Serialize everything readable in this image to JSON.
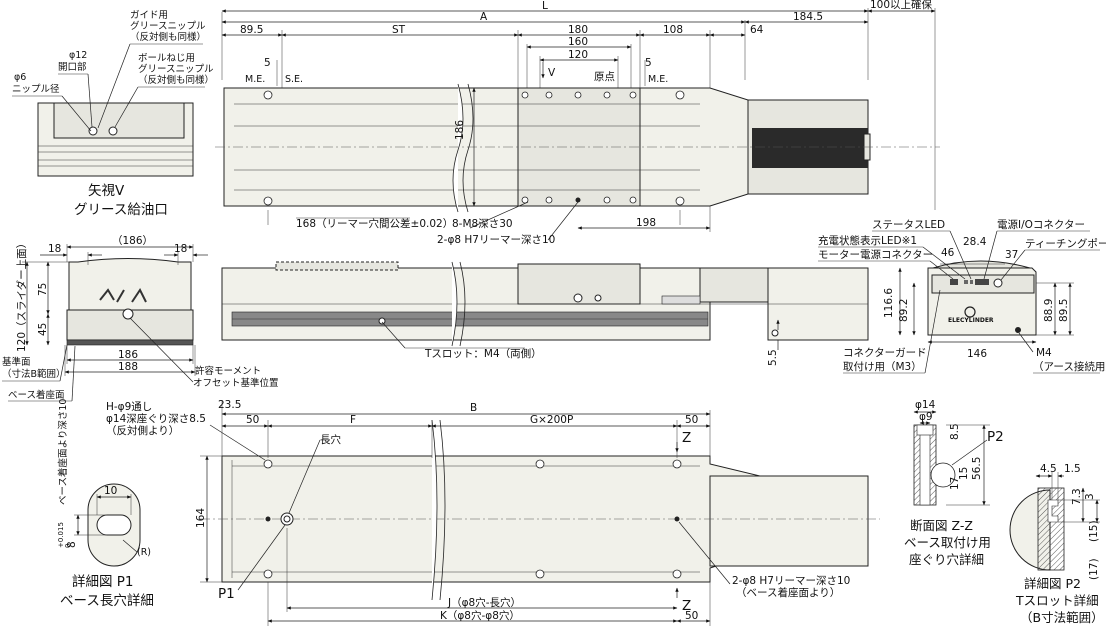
{
  "top_view": {
    "overall": {
      "L": "L",
      "A": "A",
      "clearance": "100以上確保"
    },
    "dims": {
      "d89_5": "89.5",
      "st": "ST",
      "d180": "180",
      "d108": "108",
      "d64": "64",
      "d184_5": "184.5",
      "d160": "160",
      "d120": "120",
      "d5_left": "5",
      "d5_right": "5",
      "d186": "186",
      "d198": "198"
    },
    "labels": {
      "me_left": "M.E.",
      "se": "S.E.",
      "me_right": "M.E.",
      "origin": "原点",
      "view_v": "V",
      "hole_pitch": "168（リーマー穴間公差±0.02）",
      "tapped": "8-M8深さ30",
      "reamer": "2-φ8 H7リーマー深さ10"
    }
  },
  "view_v": {
    "title1": "矢視V",
    "title2": "グリース給油口",
    "guide_grease": [
      "ガイド用",
      "グリースニップル",
      "（反対側も同様）"
    ],
    "ball_grease": [
      "ボールねじ用",
      "グリースニップル",
      "（反対側も同様）"
    ],
    "opening": [
      "φ12",
      "開口部"
    ],
    "nipple": [
      "φ6",
      "ニップル径"
    ]
  },
  "end_view": {
    "d186": "（186）",
    "d18a": "18",
    "d18b": "18",
    "d75": "75",
    "d45": "45",
    "d120": "120（スライダー上面）",
    "b186": "186",
    "b188": "188",
    "datum": "基準面",
    "datum2": "（寸法B範囲）",
    "seat": "ベース着座面",
    "moment": [
      "許容モーメント",
      "オフセット基準位置"
    ]
  },
  "side_view": {
    "tslot": "Tスロット：M4（両側）",
    "d5_5": "5.5"
  },
  "motor_end": {
    "status_led": "ステータスLED",
    "charge_led": "充電状態表示LED※1",
    "io_conn": "電源I/Oコネクター",
    "teach": "ティーチングポート",
    "motor_conn": "モーター電源コネクター",
    "d46": "46",
    "d28_4": "28.4",
    "d37": "37",
    "d116_6": "116.6",
    "d89_2": "89.2",
    "d88_9": "88.9",
    "d89_5": "89.5",
    "d146": "146",
    "guard": [
      "コネクターガード",
      "取付け用（M3）"
    ],
    "earth": [
      "M4",
      "（アース接続用）"
    ],
    "brand": "ELECYLINDER"
  },
  "bottom_view": {
    "d23_5": "23.5",
    "b": "B",
    "d50a": "50",
    "f": "F",
    "g": "G×200P",
    "d50b": "50",
    "d164": "164",
    "through": [
      "H-φ9通し",
      "φ14深座ぐり深さ8.5",
      "（反対側より）"
    ],
    "slot": "長穴",
    "p1": "P1",
    "reamer": [
      "2-φ8 H7リーマー深さ10",
      "（ベース着座面より）"
    ],
    "j": "J（φ8穴-長穴）",
    "k": "K（φ8穴-φ8穴）",
    "d50c": "50",
    "z": "Z"
  },
  "detail_p1": {
    "title1": "詳細図 P1",
    "title2": "ベース長穴詳細",
    "d10": "10",
    "r": "(R)",
    "depth": "ベース着座面より深さ10",
    "d8": "8",
    "tol_hi": "+0.015",
    "tol_lo": "0"
  },
  "section_zz": {
    "title1": "断面図 Z-Z",
    "title2": "ベース取付け用",
    "title3": "座ぐり穴詳細",
    "d14": "φ14",
    "d9": "φ9",
    "d8_5": "8.5",
    "d17": "17",
    "d15": "15",
    "d56_5": "56.5",
    "p2": "P2"
  },
  "detail_p2": {
    "title1": "詳細図 P2",
    "title2": "Tスロット詳細",
    "title3": "（B寸法範囲）",
    "d4_5": "4.5",
    "d1_5": "1.5",
    "d7_3": "7.3",
    "d3": "3",
    "d15": "(15)",
    "d17": "(17)"
  }
}
